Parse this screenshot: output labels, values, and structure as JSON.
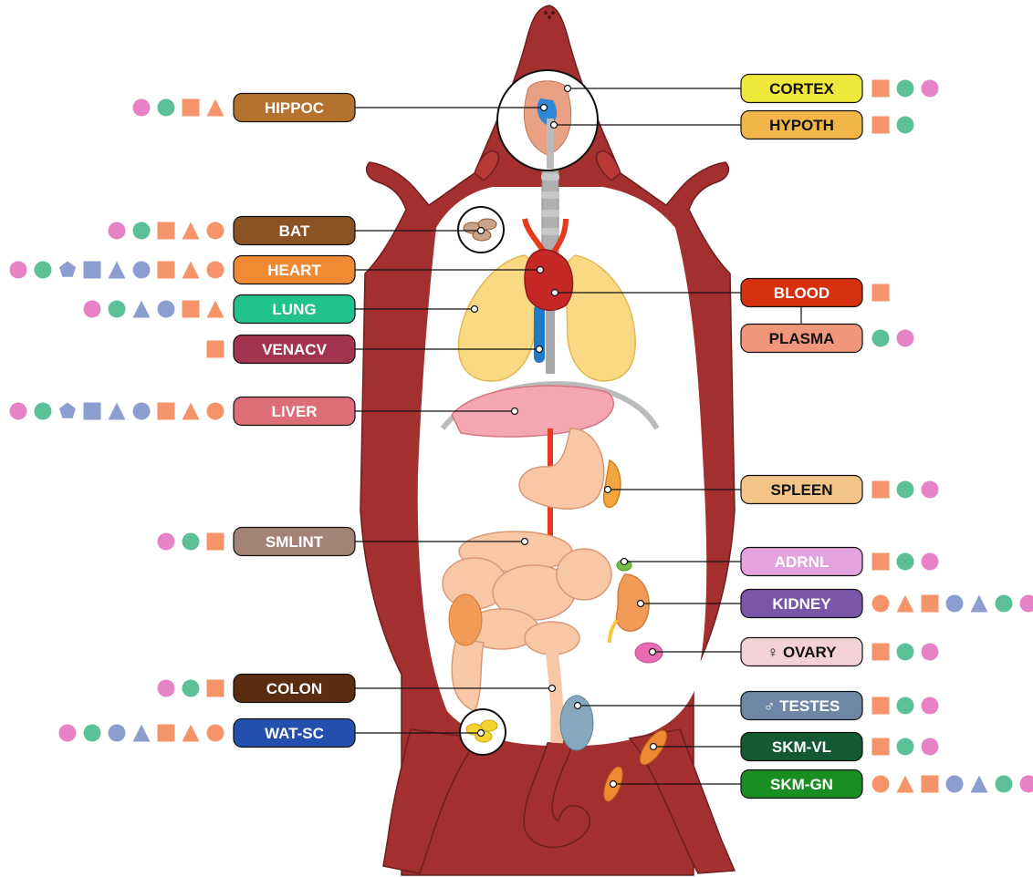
{
  "symbol_colors": {
    "pink_circle": "#E683C7",
    "green_circle": "#5BBF98",
    "orange_square": "#F5936A",
    "orange_triangle": "#F5936A",
    "orange_circle": "#F5936A",
    "blue_pentagon": "#8C9DCF",
    "blue_square": "#8C9DCF",
    "blue_triangle": "#8C9DCF",
    "blue_circle": "#8C9DCF"
  },
  "body_color": "#A3302E",
  "left_tissues": [
    {
      "id": "hippoc",
      "label": "HIPPOC",
      "color": "#B5722E",
      "text_color": "#ffffff",
      "symbols": [
        "pink_circle",
        "green_circle",
        "orange_square",
        "orange_triangle"
      ]
    },
    {
      "id": "bat",
      "label": "BAT",
      "color": "#8B5224",
      "text_color": "#ffffff",
      "symbols": [
        "pink_circle",
        "green_circle",
        "orange_square",
        "orange_triangle",
        "orange_circle"
      ]
    },
    {
      "id": "heart",
      "label": "HEART",
      "color": "#F08A33",
      "text_color": "#ffffff",
      "symbols": [
        "pink_circle",
        "green_circle",
        "blue_pentagon",
        "blue_square",
        "blue_triangle",
        "blue_circle",
        "orange_square",
        "orange_triangle",
        "orange_circle"
      ]
    },
    {
      "id": "lung",
      "label": "LUNG",
      "color": "#22C28E",
      "text_color": "#ffffff",
      "symbols": [
        "pink_circle",
        "green_circle",
        "blue_triangle",
        "blue_circle",
        "orange_square",
        "orange_triangle"
      ]
    },
    {
      "id": "venacv",
      "label": "VENACV",
      "color": "#A2344F",
      "text_color": "#ffffff",
      "symbols": [
        "orange_square"
      ]
    },
    {
      "id": "liver",
      "label": "LIVER",
      "color": "#DD6E78",
      "text_color": "#ffffff",
      "symbols": [
        "pink_circle",
        "green_circle",
        "blue_pentagon",
        "blue_square",
        "blue_triangle",
        "blue_circle",
        "orange_square",
        "orange_triangle",
        "orange_circle"
      ]
    },
    {
      "id": "smlint",
      "label": "SMLINT",
      "color": "#A38375",
      "text_color": "#ffffff",
      "symbols": [
        "pink_circle",
        "green_circle",
        "orange_square"
      ]
    },
    {
      "id": "colon",
      "label": "COLON",
      "color": "#5A2D10",
      "text_color": "#ffffff",
      "symbols": [
        "pink_circle",
        "green_circle",
        "orange_square"
      ]
    },
    {
      "id": "watsc",
      "label": "WAT-SC",
      "color": "#2350AE",
      "text_color": "#ffffff",
      "symbols": [
        "pink_circle",
        "green_circle",
        "blue_circle",
        "blue_triangle",
        "orange_square",
        "orange_triangle",
        "orange_circle"
      ]
    }
  ],
  "right_tissues": [
    {
      "id": "cortex",
      "label": "CORTEX",
      "color": "#EFE73A",
      "text_color": "#111111",
      "symbols": [
        "orange_square",
        "green_circle",
        "pink_circle"
      ]
    },
    {
      "id": "hypoth",
      "label": "HYPOTH",
      "color": "#F2B548",
      "text_color": "#111111",
      "symbols": [
        "orange_square",
        "green_circle"
      ]
    },
    {
      "id": "blood",
      "label": "BLOOD",
      "color": "#D7300F",
      "text_color": "#ffffff",
      "symbols": [
        "orange_square"
      ]
    },
    {
      "id": "plasma",
      "label": "PLASMA",
      "color": "#F0967B",
      "text_color": "#111111",
      "symbols": [
        "green_circle",
        "pink_circle"
      ]
    },
    {
      "id": "spleen",
      "label": "SPLEEN",
      "color": "#F2C487",
      "text_color": "#111111",
      "symbols": [
        "orange_square",
        "green_circle",
        "pink_circle"
      ]
    },
    {
      "id": "adrnl",
      "label": "ADRNL",
      "color": "#E3A3DE",
      "text_color": "#ffffff",
      "symbols": [
        "orange_square",
        "green_circle",
        "pink_circle"
      ]
    },
    {
      "id": "kidney",
      "label": "KIDNEY",
      "color": "#7B55A8",
      "text_color": "#ffffff",
      "symbols": [
        "orange_circle",
        "orange_triangle",
        "orange_square",
        "blue_circle",
        "blue_triangle",
        "green_circle",
        "pink_circle"
      ]
    },
    {
      "id": "ovary",
      "label": "♀ OVARY",
      "color": "#F3D1D6",
      "text_color": "#111111",
      "symbols": [
        "orange_square",
        "green_circle",
        "pink_circle"
      ]
    },
    {
      "id": "testes",
      "label": "♂ TESTES",
      "color": "#6F87A6",
      "text_color": "#ffffff",
      "symbols": [
        "orange_square",
        "green_circle",
        "pink_circle"
      ]
    },
    {
      "id": "skmvl",
      "label": "SKM-VL",
      "color": "#135A33",
      "text_color": "#ffffff",
      "symbols": [
        "orange_square",
        "green_circle",
        "pink_circle"
      ]
    },
    {
      "id": "skmgn",
      "label": "SKM-GN",
      "color": "#1A8E22",
      "text_color": "#ffffff",
      "symbols": [
        "orange_circle",
        "orange_triangle",
        "orange_square",
        "blue_circle",
        "blue_triangle",
        "green_circle",
        "pink_circle"
      ]
    }
  ]
}
